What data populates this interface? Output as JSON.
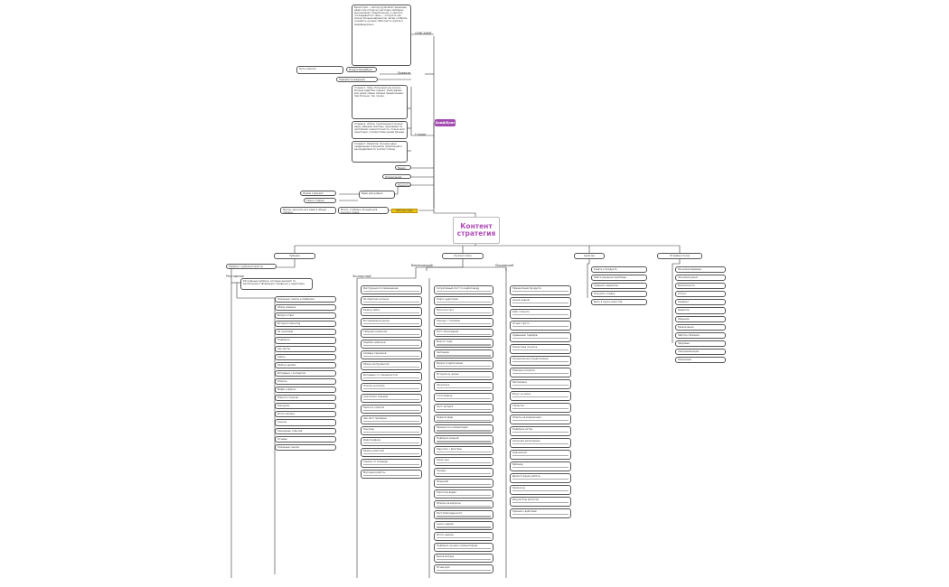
{
  "root": {
    "line1": "Контент",
    "line2": "стратегия"
  },
  "brainstorm": {
    "label": "Бриф/Бриз",
    "top_text": "Брэнсторм — метод групповой генерации идей, при котором участники свободно высказывают предложения, а критика откладывается. Цель — получить как можно больше вариантов, затем отобрать и развить лучшие. Работает в группе и индивидуально.",
    "rules": "Правила",
    "rules_items": [
      "Модель Бриф/Бриз",
      "Путь клиента",
      "Правила проведения брейнсторма"
    ],
    "stage_text_1": "Стадия 1. Сбор. Получаем как можно больше идей без оценки. Записываем всё, даже самые смелые предложения. Чем больше, тем лучше.",
    "stage_text_2": "Стадия 2. Отбор. Группируем похожие идеи, убираем повторы, оцениваем по критериям: реалистичность, польза для аудитории, соответствие целям бренда.",
    "stage_text_3": "Стадия 3. Развитие. Лучшие идеи превращаем в форматы публикаций и распределяем по контент-плану.",
    "stages": "Стадии",
    "small_1": "Время",
    "small_2": "Ограничения",
    "small_3": "Продукты",
    "side_1": "Форма и формат публикации",
    "side_2": "Тема и подача материала",
    "side_3": "Идеи для рубрик",
    "idea": "Рабочие идеи",
    "footer_1": "Метод: заносить все идеи в общую таблицу",
    "footer_2": "Итоги: отобрано 10 идей для контент-плана"
  },
  "branches": {
    "b1": "Рубрики",
    "b2": "Контент-план",
    "b3": "Цели ЦА",
    "b4": "Потребности ЦА"
  },
  "rubrics": {
    "header": "Рубрики с рубрикатором по группам",
    "sub": "Регулярные",
    "intro": "Регулярные рубрики, которые выходят по расписанию и формируют привычку у аудитории",
    "items": [
      "Полезные советы и лайфхаки",
      "Обзор новинок",
      "Вопрос-ответ",
      "Истории клиентов",
      "За кулисами",
      "Подборки",
      "Чек-листы",
      "Кейсы",
      "Разбор ошибок",
      "Интервью с экспертом",
      "Опросы",
      "Мифы и факты",
      "Новости отрасли",
      "Конкурсы",
      "Итоги месяца",
      "Анонсы",
      "Календарь событий",
      "Отзывы",
      "Полезные ссылки"
    ]
  },
  "plan": {
    "col1": "Вовлекающий",
    "col2": "Продающий",
    "col3": "Экспертный",
    "c1_items": [
      "Ситуативный пост по инфоповоду",
      "Опрос аудитории",
      "Игра или тест",
      "Конкурс с призами",
      "Пост-обсуждение",
      "Мем по теме",
      "Челлендж",
      "Вопрос подписчикам",
      "История из жизни",
      "Закулисье",
      "Голосование",
      "Пост-загадка",
      "Прямой эфир",
      "Реакции на комментарии",
      "Подборка мнений",
      "Карусель с фактами",
      "Юмор дня",
      "Тренды",
      "Флешмоб",
      "Короткое видео",
      "Ответы на вопросы",
      "Пост благодарности",
      "Анонс недели",
      "Итоги недели",
      "Подборка лучших комментариев",
      "Вызов месяца",
      "Отзыв дня"
    ],
    "c2_items": [
      "Презентация продукта",
      "Акция недели",
      "Кейс клиента",
      "Отзыв с фото",
      "Сравнение тарифов",
      "Пошаговая покупка",
      "Ограниченное предложение",
      "Новинка каталога",
      "Распаковка",
      "Бонус за заказ",
      "Гарантии",
      "Ответы на возражения",
      "Подборка хитов",
      "Сезонная распродажа",
      "Лид-магнит",
      "Вебинар",
      "Демонстрация работы",
      "Промокод",
      "Результаты до/после",
      "Призыв к действию"
    ],
    "c3_items": [
      "Инструкция по применению",
      "Экспертная колонка",
      "Разбор кейса",
      "Исследование рынка",
      "Гайд для новичков",
      "Ошибки новичков",
      "Словарь терминов",
      "Обзор инструментов",
      "Интервью со специалистом",
      "Ответы эксперта",
      "Аналитика трендов",
      "Прогноз отрасли",
      "Чек-лист проверки",
      "Лонгрид",
      "Инфографика",
      "Разбор новостей",
      "Советы от команды",
      "Методика работы"
    ]
  },
  "goals": {
    "items": [
      "Узнать о продукте",
      "Найти решение проблемы",
      "Сравнить варианты",
      "Получить скидку",
      "Быть в курсе новостей"
    ]
  },
  "needs": {
    "items": [
      "Экономия времени",
      "Экономия денег",
      "Безопасность",
      "Статус",
      "Комфорт",
      "Развитие",
      "Общение",
      "Развлечение",
      "Забота о близких",
      "Здоровье",
      "Самореализация",
      "Признание"
    ]
  }
}
